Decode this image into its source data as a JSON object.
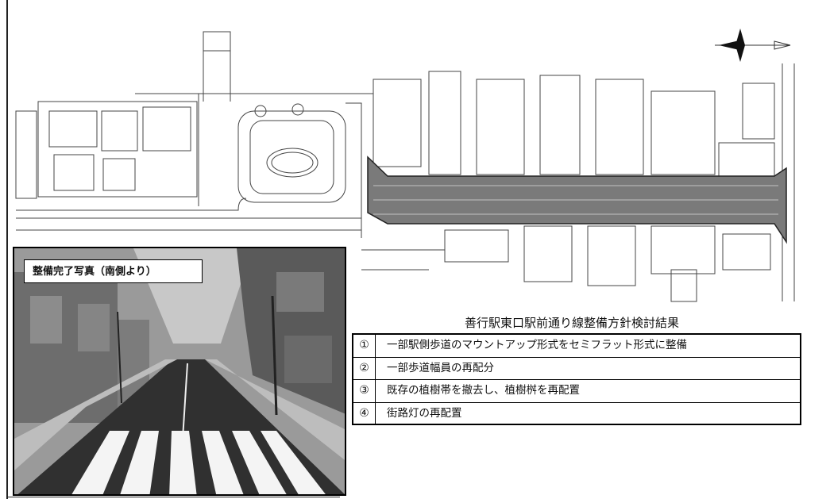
{
  "photo": {
    "caption": "整備完了写真（南側より）"
  },
  "results": {
    "title": "善行駅東口駅前通り線整備方針検討結果",
    "items": [
      {
        "num": "①",
        "text": "一部駅側歩道のマウントアップ形式をセミフラット形式に整備"
      },
      {
        "num": "②",
        "text": "一部歩道幅員の再配分"
      },
      {
        "num": "③",
        "text": "既存の植樹帯を撤去し、植樹桝を再配置"
      },
      {
        "num": "④",
        "text": "街路灯の再配置"
      }
    ]
  },
  "colors": {
    "project_area": "#7a7a7a",
    "line": "#333333"
  },
  "icons": {
    "compass": "north-arrow-icon"
  }
}
